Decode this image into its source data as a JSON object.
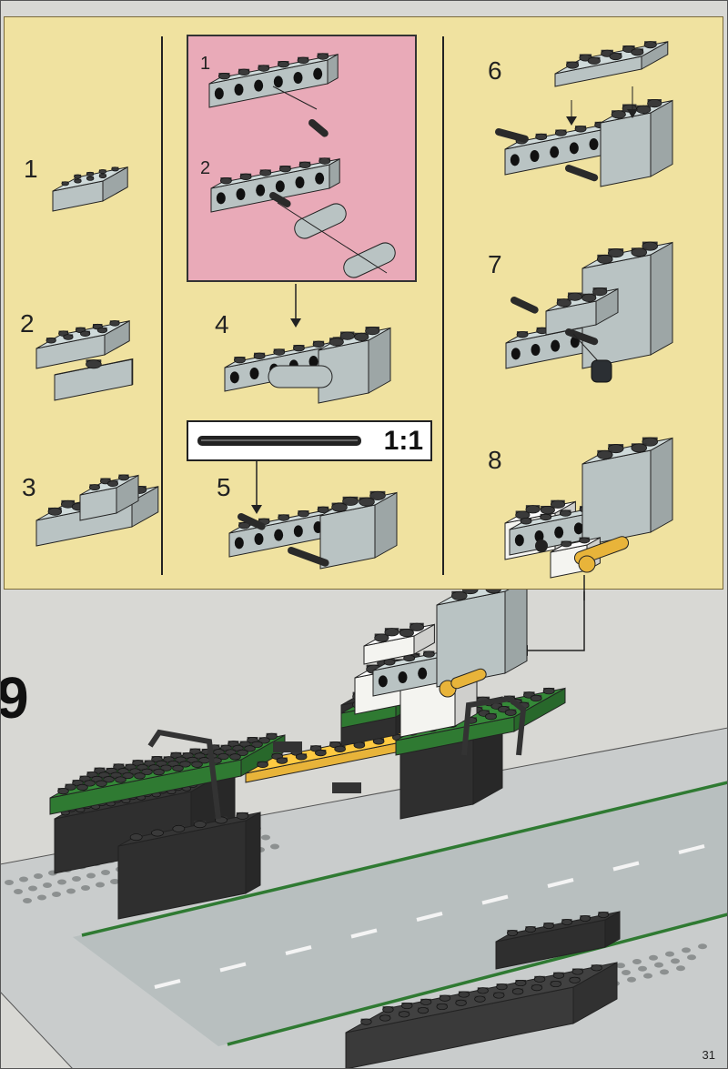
{
  "steps": {
    "s1": "1",
    "s2": "2",
    "s3": "3",
    "sub1": "1",
    "sub2": "2",
    "s4": "4",
    "s5": "5",
    "s6": "6",
    "s7": "7",
    "s8": "8",
    "s9": "9"
  },
  "scale_label": "1:1",
  "page_number": "31",
  "colors": {
    "panel": "#f0e2a0",
    "subassembly": "#e9aab8",
    "brick_gray": "#b9c3c3",
    "green": "#2f7a32",
    "road": "#b8bfbf",
    "yellow": "#e8b43a"
  }
}
